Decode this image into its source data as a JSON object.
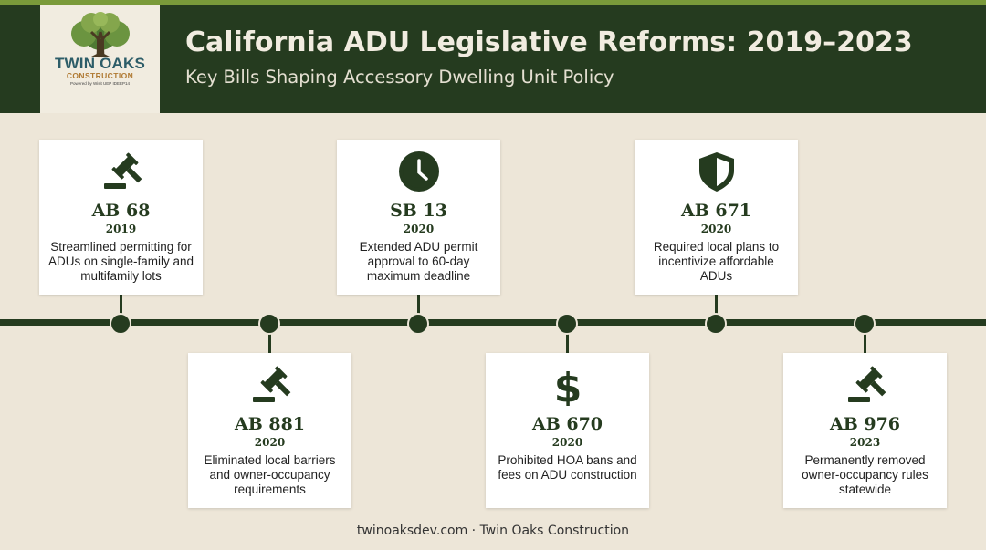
{
  "header": {
    "title": "California ADU Legislative Reforms: 2019–2023",
    "subtitle": "Key Bills Shaping Accessory Dwelling Unit Policy"
  },
  "logo": {
    "name": "TWIN OAKS",
    "sub": "CONSTRUCTION",
    "tagline": "Powered by Wisit UEP IDEEP14"
  },
  "bills": [
    {
      "icon": "gavel-icon",
      "bill": "AB 68",
      "year": "2019",
      "description": "Streamlined permitting for ADUs on single-family and multifamily lots"
    },
    {
      "icon": "gavel-icon",
      "bill": "AB 881",
      "year": "2020",
      "description": "Eliminated local barriers and owner-occupancy requirements"
    },
    {
      "icon": "clock-icon",
      "bill": "SB 13",
      "year": "2020",
      "description": "Extended ADU permit approval to 60-day maximum deadline"
    },
    {
      "icon": "dollar-icon",
      "bill": "AB 670",
      "year": "2020",
      "description": "Prohibited HOA bans and fees on ADU construction"
    },
    {
      "icon": "shield-icon",
      "bill": "AB 671",
      "year": "2020",
      "description": "Required local plans to incentivize affordable ADUs"
    },
    {
      "icon": "gavel-icon",
      "bill": "AB 976",
      "year": "2023",
      "description": "Permanently removed owner-occupancy rules statewide"
    }
  ],
  "colors": {
    "header_bg": "#253b1f",
    "accent_stripe": "#7a9a3a",
    "page_bg": "#ede6d8",
    "card_bg": "#ffffff",
    "logo_text": "#2d5d68",
    "logo_sub": "#b07a33"
  },
  "footer": "twinoaksdev.com · Twin Oaks Construction"
}
